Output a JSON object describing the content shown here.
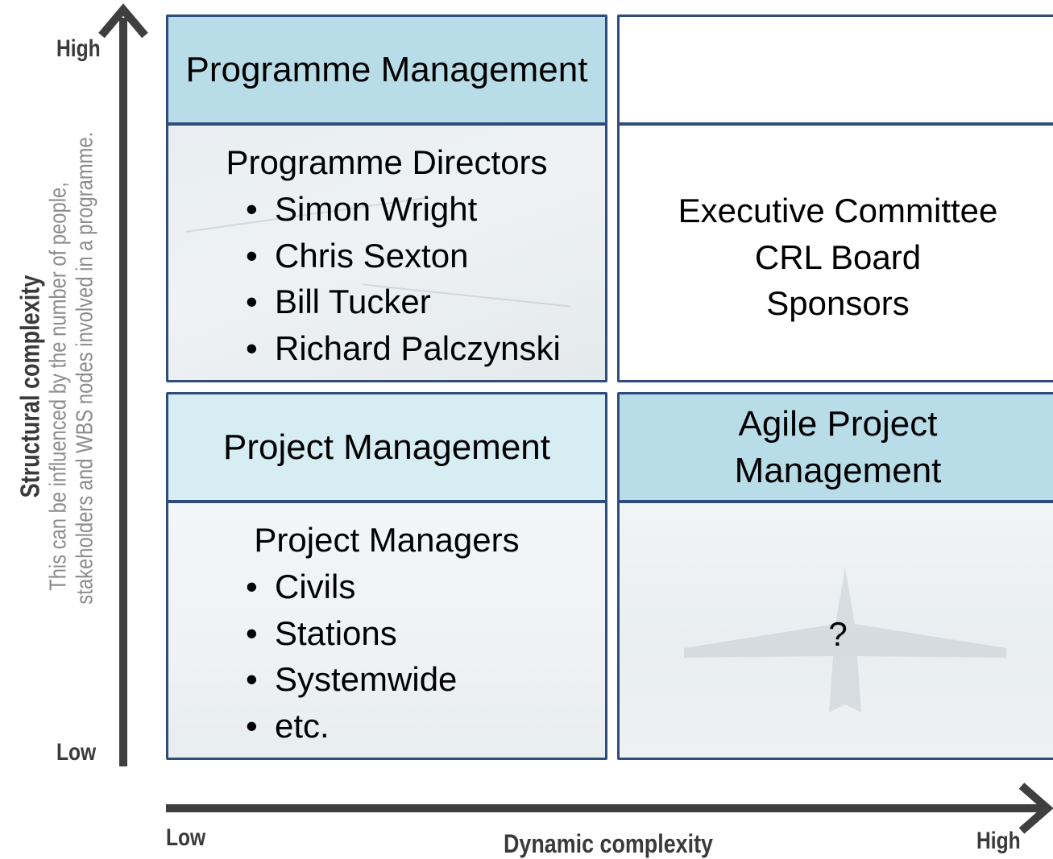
{
  "axes": {
    "y": {
      "title": "Structural complexity",
      "subtitle_line1": "This can be influenced by the number of people,",
      "subtitle_line2": "stakeholders and WBS nodes involved in a programme.",
      "high": "High",
      "low": "Low"
    },
    "x": {
      "title": "Dynamic complexity",
      "high": "High",
      "low": "Low"
    }
  },
  "quadrants": {
    "top_left": {
      "heading": "Programme Management",
      "list_title": "Programme Directors",
      "items": [
        "Simon Wright",
        "Chris Sexton",
        "Bill Tucker",
        "Richard Palczynski"
      ]
    },
    "top_right": {
      "heading": "",
      "lines": [
        "Executive Committee",
        "CRL Board",
        "Sponsors"
      ]
    },
    "bottom_left": {
      "heading": "Project Management",
      "list_title": "Project Managers",
      "items": [
        "Civils",
        "Stations",
        "Systemwide",
        "etc."
      ]
    },
    "bottom_right": {
      "heading": "Agile Project Management",
      "heading_line1": "Agile Project",
      "heading_line2": "Management",
      "body": "?"
    }
  },
  "colors": {
    "axis": "#3f3f3f",
    "border": "#2f4d7a",
    "heading_fill": "#b8dde8",
    "heading_fill_light": "#d6edf3",
    "subtitle_gray": "#8c8c8c"
  }
}
